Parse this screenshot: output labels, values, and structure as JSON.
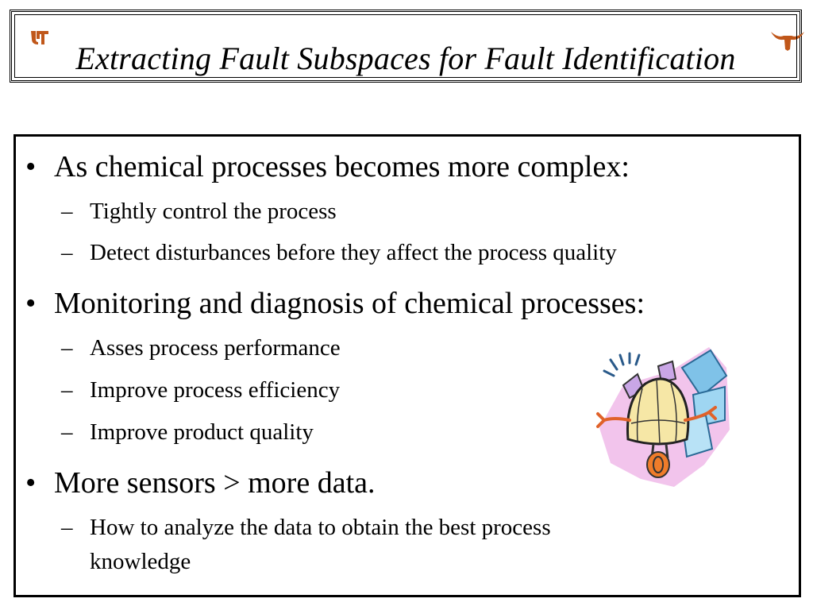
{
  "slide": {
    "title": "Extracting Fault Subspaces for Fault Identification",
    "logos": {
      "left": {
        "text": "UT",
        "icon": "ut-logo-icon",
        "color": "#c0571a"
      },
      "right": {
        "icon": "longhorn-logo-icon",
        "color": "#c0571a"
      }
    }
  },
  "bullets": [
    {
      "text": "As chemical processes becomes more complex:",
      "subs": [
        {
          "text": "Tightly control the process"
        },
        {
          "text": "Detect disturbances before they affect the process quality"
        }
      ]
    },
    {
      "text": "Monitoring and diagnosis of chemical processes:",
      "subs": [
        {
          "text": "Asses process performance"
        },
        {
          "text": "Improve process efficiency"
        },
        {
          "text": "Improve product quality"
        }
      ]
    },
    {
      "text": "More sensors > more data.",
      "subs": [
        {
          "line1": "How to analyze the data to obtain the best process",
          "line2": "knowledge"
        }
      ]
    }
  ],
  "markers": {
    "bullet": "•",
    "dash": "–"
  },
  "clipart": {
    "icon": "alarm-bell-clipart-icon"
  }
}
